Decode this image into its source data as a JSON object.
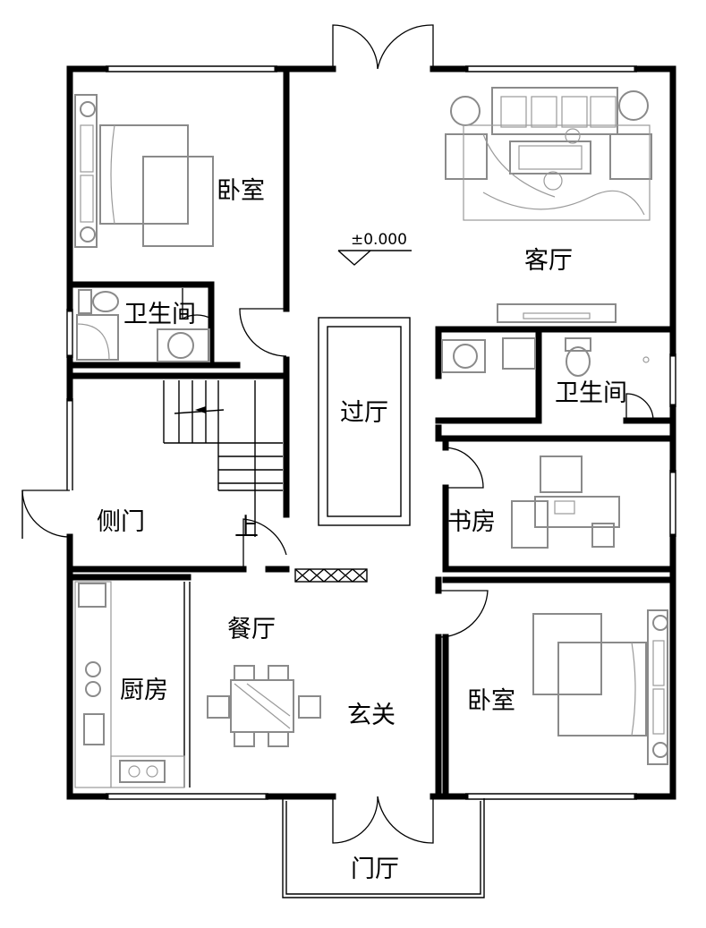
{
  "rooms": {
    "bedroom_nw": "卧室",
    "living_room": "客厅",
    "bath_west": "卫生间",
    "bath_east": "卫生间",
    "hall": "过厅",
    "side_door": "侧门",
    "stair_up": "上",
    "study": "书房",
    "dining": "餐厅",
    "kitchen": "厨房",
    "foyer": "玄关",
    "bedroom_se": "卧室",
    "porch": "门厅"
  },
  "elevation": "±0.000",
  "colors": {
    "wall": "#000000",
    "furniture": "#8a8a8a",
    "background": "#ffffff"
  }
}
